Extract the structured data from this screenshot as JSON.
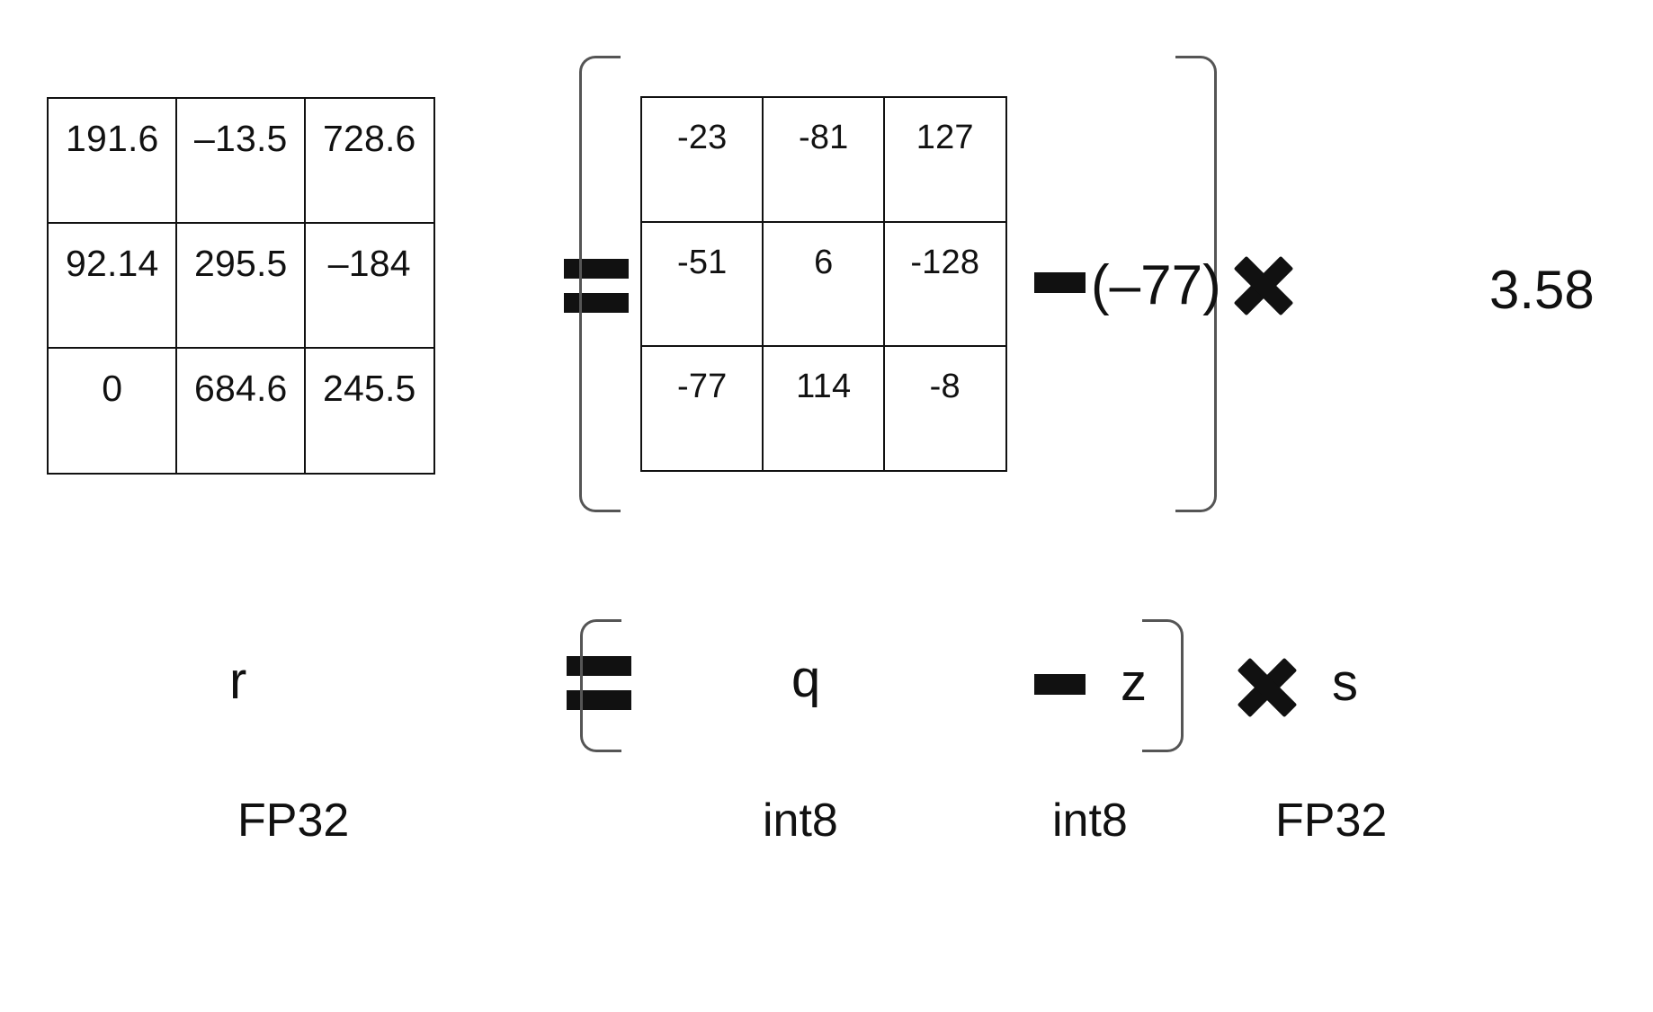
{
  "figure": {
    "title": "",
    "description": "Quantization equation r = (q - z) * s"
  },
  "equation": {
    "equals_symbol": "=",
    "minus_symbol": "-",
    "times_symbol": "x",
    "open_bracket": "[",
    "close_bracket": "]"
  },
  "matrix_r": {
    "label": "r",
    "dtype": "FP32",
    "rows": [
      [
        "191.6",
        "–13.5",
        "728.6"
      ],
      [
        "92.14",
        "295.5",
        "–184"
      ],
      [
        "0",
        "684.6",
        "245.5"
      ]
    ]
  },
  "matrix_q": {
    "label": "q",
    "dtype": "int8",
    "rows": [
      [
        "-23",
        "-81",
        "127"
      ],
      [
        "-51",
        "6",
        "-128"
      ],
      [
        "-77",
        "114",
        "-8"
      ]
    ]
  },
  "zero_point": {
    "label": "z",
    "dtype": "int8",
    "value": "(–77)"
  },
  "scale": {
    "label": "s",
    "dtype": "FP32",
    "value": "3.58"
  },
  "colors": {
    "ink": "#111111",
    "bracket": "#555555",
    "background": "#ffffff"
  }
}
